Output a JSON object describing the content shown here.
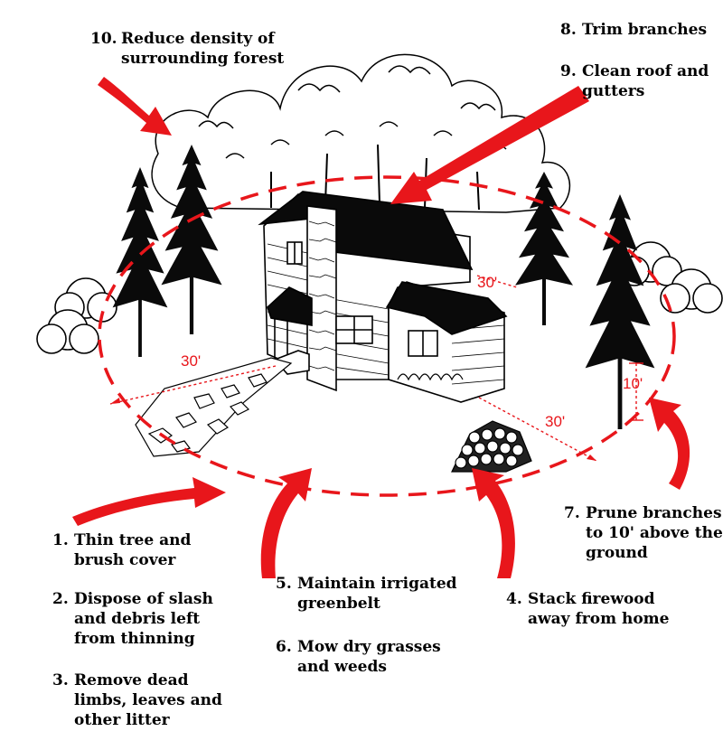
{
  "colors": {
    "accent": "#e8161b",
    "ink": "#000000",
    "paper": "#ffffff"
  },
  "measurements": {
    "left_distance": "30'",
    "back_distance": "30'",
    "front_distance": "30'",
    "prune_height": "10'"
  },
  "steps": [
    {
      "number": "1.",
      "lines": [
        "Thin tree and",
        "brush cover"
      ]
    },
    {
      "number": "2.",
      "lines": [
        "Dispose of slash",
        "and debris left",
        "from thinning"
      ]
    },
    {
      "number": "3.",
      "lines": [
        "Remove dead",
        "limbs, leaves and",
        "other litter"
      ]
    },
    {
      "number": "4.",
      "lines": [
        "Stack firewood",
        "away from home"
      ]
    },
    {
      "number": "5.",
      "lines": [
        "Maintain irrigated",
        "greenbelt"
      ]
    },
    {
      "number": "6.",
      "lines": [
        "Mow dry grasses",
        "and weeds"
      ]
    },
    {
      "number": "7.",
      "lines": [
        "Prune branches",
        "to 10' above the",
        "ground"
      ]
    },
    {
      "number": "8.",
      "lines": [
        "Trim branches"
      ]
    },
    {
      "number": "9.",
      "lines": [
        "Clean roof and",
        "gutters"
      ]
    },
    {
      "number": "10.",
      "lines": [
        "Reduce density of",
        "surrounding forest"
      ]
    }
  ]
}
